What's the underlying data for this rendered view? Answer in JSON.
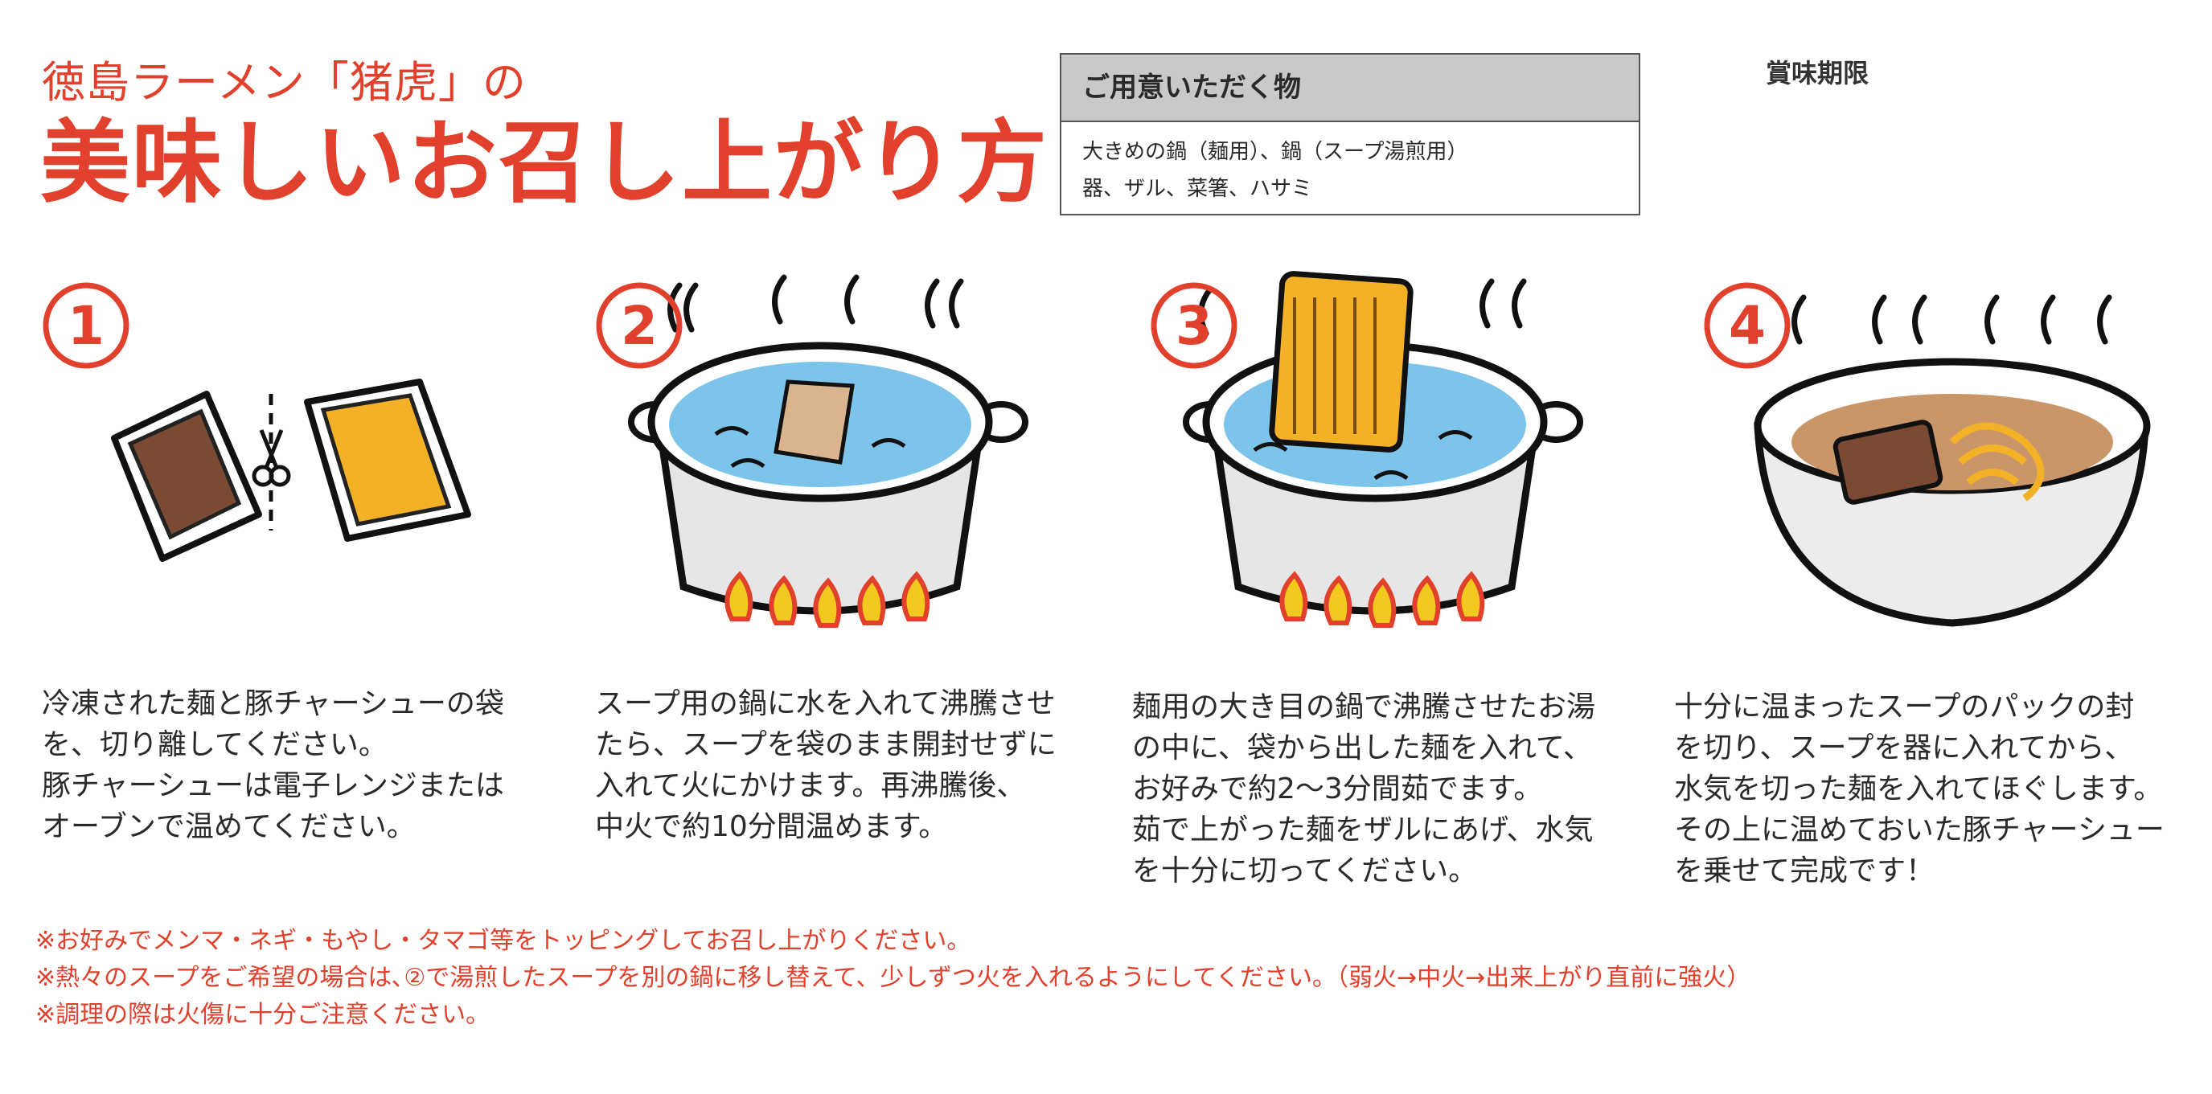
{
  "header": {
    "subtitle": "徳島ラーメン「猪虎」の",
    "title": "美味しいお召し上がり方"
  },
  "preparation": {
    "heading": "ご用意いただく物",
    "line1": "大きめの鍋（麺用）、鍋（スープ湯煎用）",
    "line2": "器、ザル、菜箸、ハサミ"
  },
  "expiry_label": "賞味期限",
  "steps": [
    {
      "number": "1",
      "text": "冷凍された麺と豚チャーシューの袋\nを、切り離してください。\n豚チャーシューは電子レンジまたは\nオーブンで温めてください。"
    },
    {
      "number": "2",
      "text": "スープ用の鍋に水を入れて沸騰させ\nたら、スープを袋のまま開封せずに\n入れて火にかけます。再沸騰後、\n中火で約10分間温めます。"
    },
    {
      "number": "3",
      "text": "麺用の大き目の鍋で沸騰させたお湯\nの中に、袋から出した麺を入れて、\nお好みで約2〜3分間茹でます。\n茹で上がった麺をザルにあげ、水気\nを十分に切ってください。"
    },
    {
      "number": "4",
      "text": "十分に温まったスープのパックの封\nを切り、スープを器に入れてから、\n水気を切った麺を入れてほぐします。\nその上に温めておいた豚チャーシュー\nを乗せて完成です！"
    }
  ],
  "notes": {
    "note1": "※お好みでメンマ・ネギ・もやし・タマゴ等をトッピングしてお召し上がりください。",
    "note2": "※熱々のスープをご希望の場合は､②で湯煎したスープを別の鍋に移し替えて、少しずつ火を入れるようにしてください。（弱火→中火→出来上がり直前に強火）",
    "note3": "※調理の際は火傷に十分ご注意ください。"
  },
  "colors": {
    "accent": "#e0402c",
    "water": "#7cc4ea",
    "noodle": "#f3b128",
    "chashu": "#7a4a32",
    "flame": "#f3c81f"
  }
}
